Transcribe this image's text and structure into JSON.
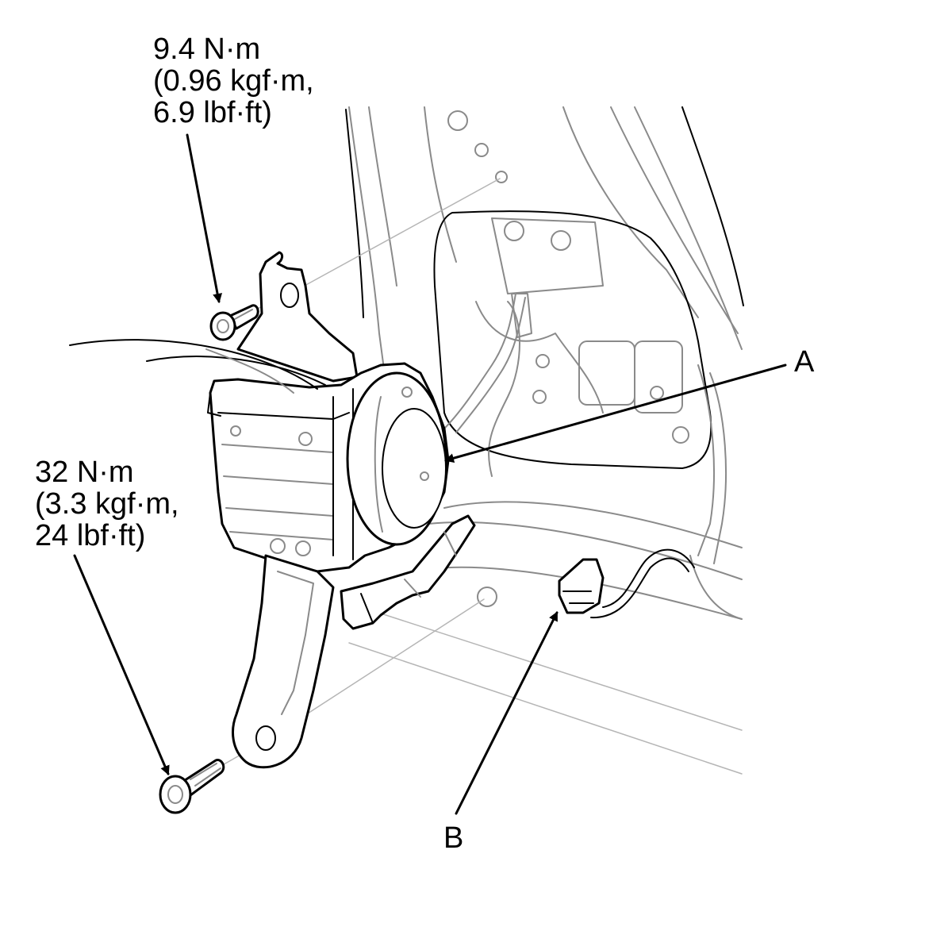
{
  "callouts": {
    "upper_bolt": {
      "line1": "9.4 N·m",
      "line2": "(0.96 kgf·m,",
      "line3": "6.9 lbf·ft)"
    },
    "lower_bolt": {
      "line1": "32 N·m",
      "line2": "(3.3 kgf·m,",
      "line3": "24 lbf·ft)"
    },
    "label_a": "A",
    "label_b": "B"
  }
}
